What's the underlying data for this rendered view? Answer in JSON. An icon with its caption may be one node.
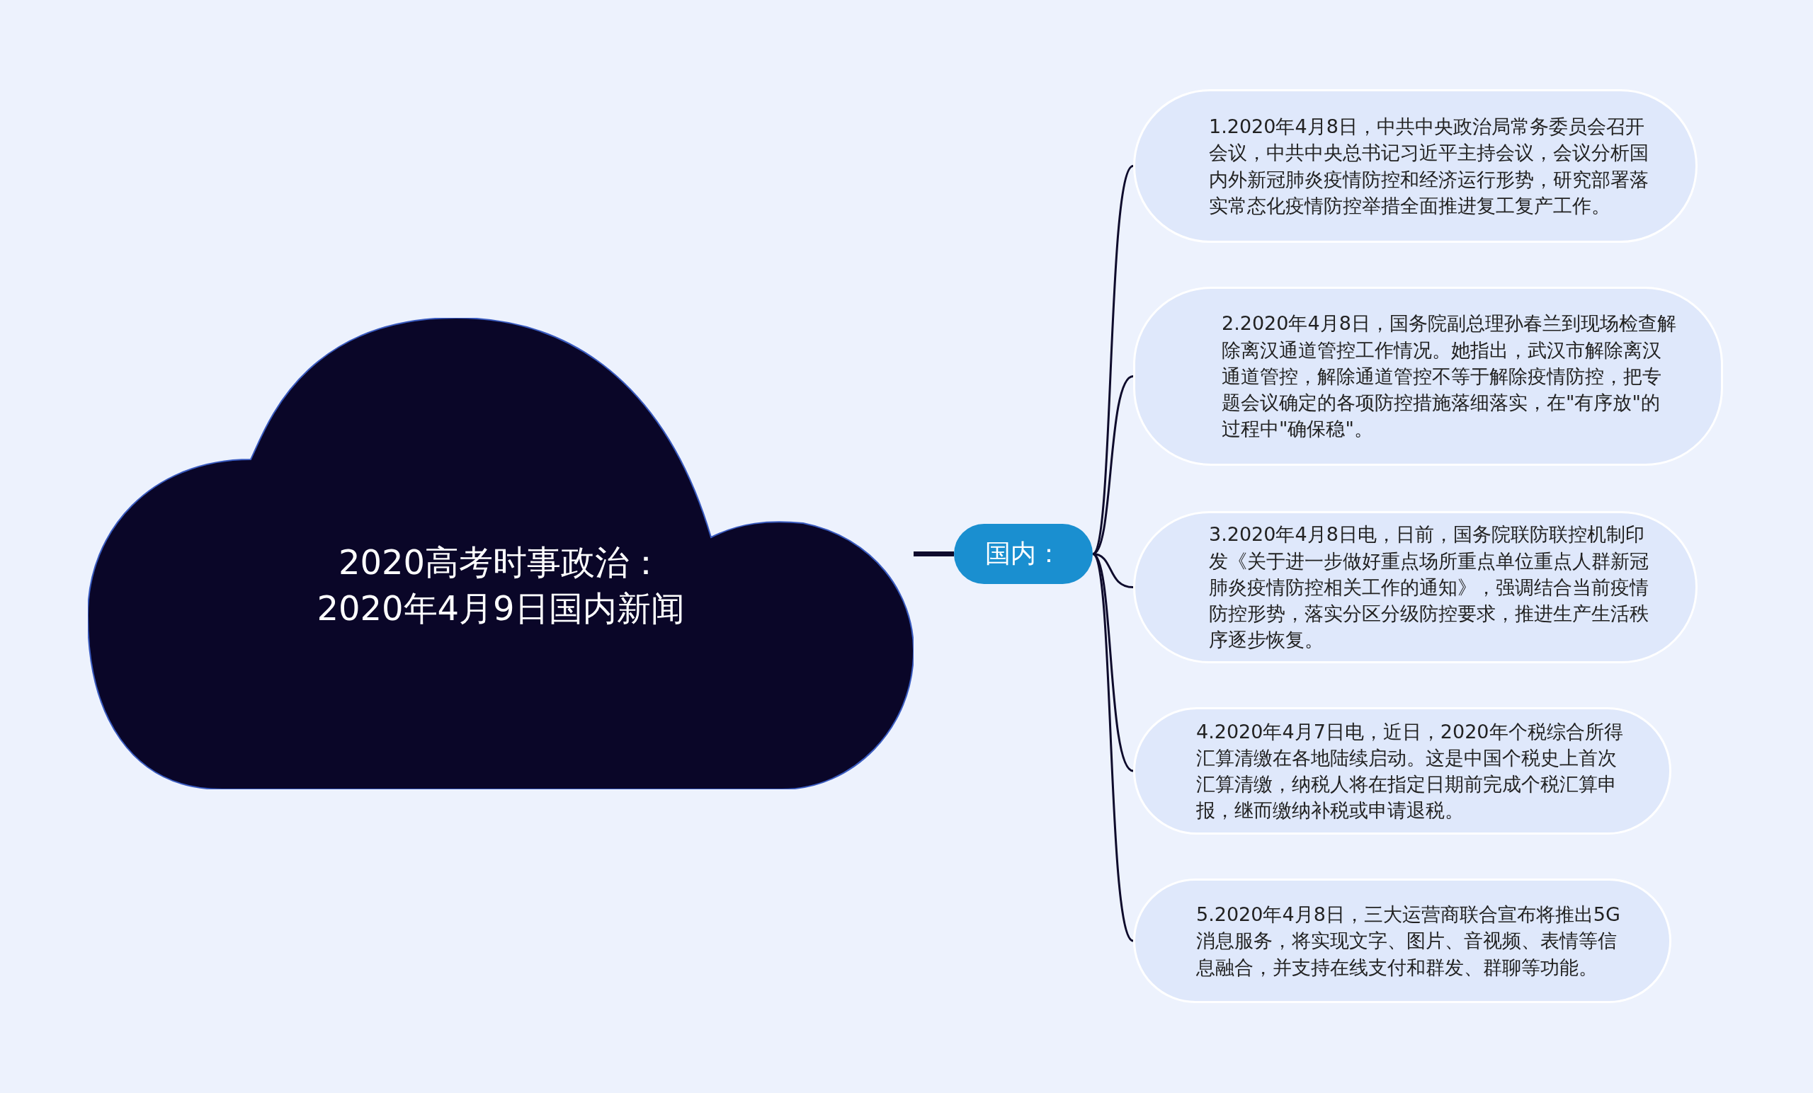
{
  "diagram": {
    "nodes": [
      {
        "text": [
          "2020高考时事政治：2020年4月9日国内新闻"
        ]
      },
      {
        "text": [
          "国内："
        ]
      },
      {
        "text": [
          "1.2020年4月8日，中共中央政治局常务委员会召开会议，中共中央总书记习近平主持会议，会议分析国内外新冠肺炎疫情防控和经济运行形势，研究部署落实常态化疫情防控举措全面推进复工复产工作。"
        ]
      },
      {
        "text": [
          "2.2020年4月8日，国务院副总理孙春兰到现场检查解除离汉通道管控工作情况。她指出，武汉市解除离汉通道管控，解除通道管控不等于解除疫情防控，把专题会议确定的各项防控措施落细落实，在\"有序放\"的过程中\"确保稳\"。"
        ]
      },
      {
        "text": [
          "3.2020年4月8日电，日前，国务院联防联控机制印发《关于进一步做好重点场所重点单位重点人群新冠肺炎疫情防控相关工作的通知》，强调结合当前疫情防控形势，落实分区分级防控要求，推进生产生活秩序逐步恢复。"
        ]
      },
      {
        "text": [
          "4.2020年4月7日电，近日，2020年个税综合所得汇算清缴在各地陆续启动。这是中国个税史上首次汇算清缴，纳税人将在指定日期前完成个税汇算申报，继而缴纳补税或申请退税。"
        ]
      },
      {
        "text": [
          "5.2020年4月8日，三大运营商联合宣布将推出5G消息服务，将实现文字、图片、音视频、表情等信息融合，并支持在线支付和群发、群聊等功能。"
        ]
      }
    ],
    "edges": [
      {
        "from": 0,
        "to": 1,
        "arrow": "none",
        "style": "thick"
      },
      {
        "from": 1,
        "to": 2,
        "arrow": "none"
      },
      {
        "from": 1,
        "to": 3,
        "arrow": "none"
      },
      {
        "from": 1,
        "to": 4,
        "arrow": "none"
      },
      {
        "from": 1,
        "to": 5,
        "arrow": "none"
      },
      {
        "from": 1,
        "to": 6,
        "arrow": "none"
      }
    ]
  }
}
